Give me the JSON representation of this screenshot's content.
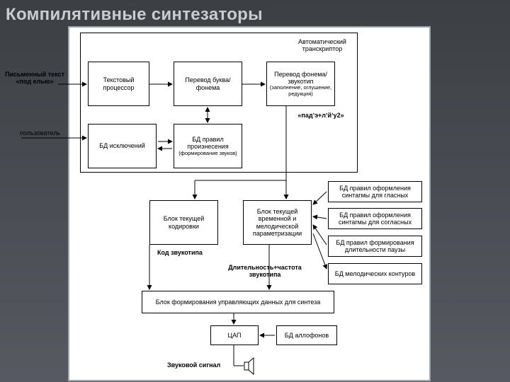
{
  "slide": {
    "title": "Компилятивные синтезаторы"
  },
  "diagram": {
    "auto_label": "Автоматический транскриптор",
    "input_text_label": "Письменный текст «под елью»",
    "user_label": "пользователь",
    "text_processor": "Текстовый процессор",
    "letter_phoneme": "Перевод буква/фонема",
    "phoneme_soundtype_main": "Перевод фонема/звукотип",
    "phoneme_soundtype_sub": "(заполнение, оглушение, редукция)",
    "transcription_output": "«падʼэ+лʼйʼу2»",
    "exceptions_db": "БД исключений",
    "pronunciation_db_main": "БД правил произнесения",
    "pronunciation_db_sub": "(формирование звуков)",
    "vowel_rules_db": "БД правил оформления синтагмы для гласных",
    "consonant_rules_db": "БД правил оформления синтагмы для согласных",
    "pause_rules_db": "БД правил формирования длительности паузы",
    "melodic_db": "БД мелодических контуров",
    "current_coding_block": "Блок текущей кодировки",
    "time_melodic_block": "Блок текущей временной и мелодической параметризации",
    "soundtype_code_label": "Код звукотипа",
    "duration_frequency_label": "Длительность+частота звукотипа",
    "control_data_block": "Блок формирования управляющих данных для синтеза",
    "dac_label": "ЦАП",
    "allophones_db": "БД аллофонов",
    "sound_signal_label": "Звуковой сигнал"
  }
}
